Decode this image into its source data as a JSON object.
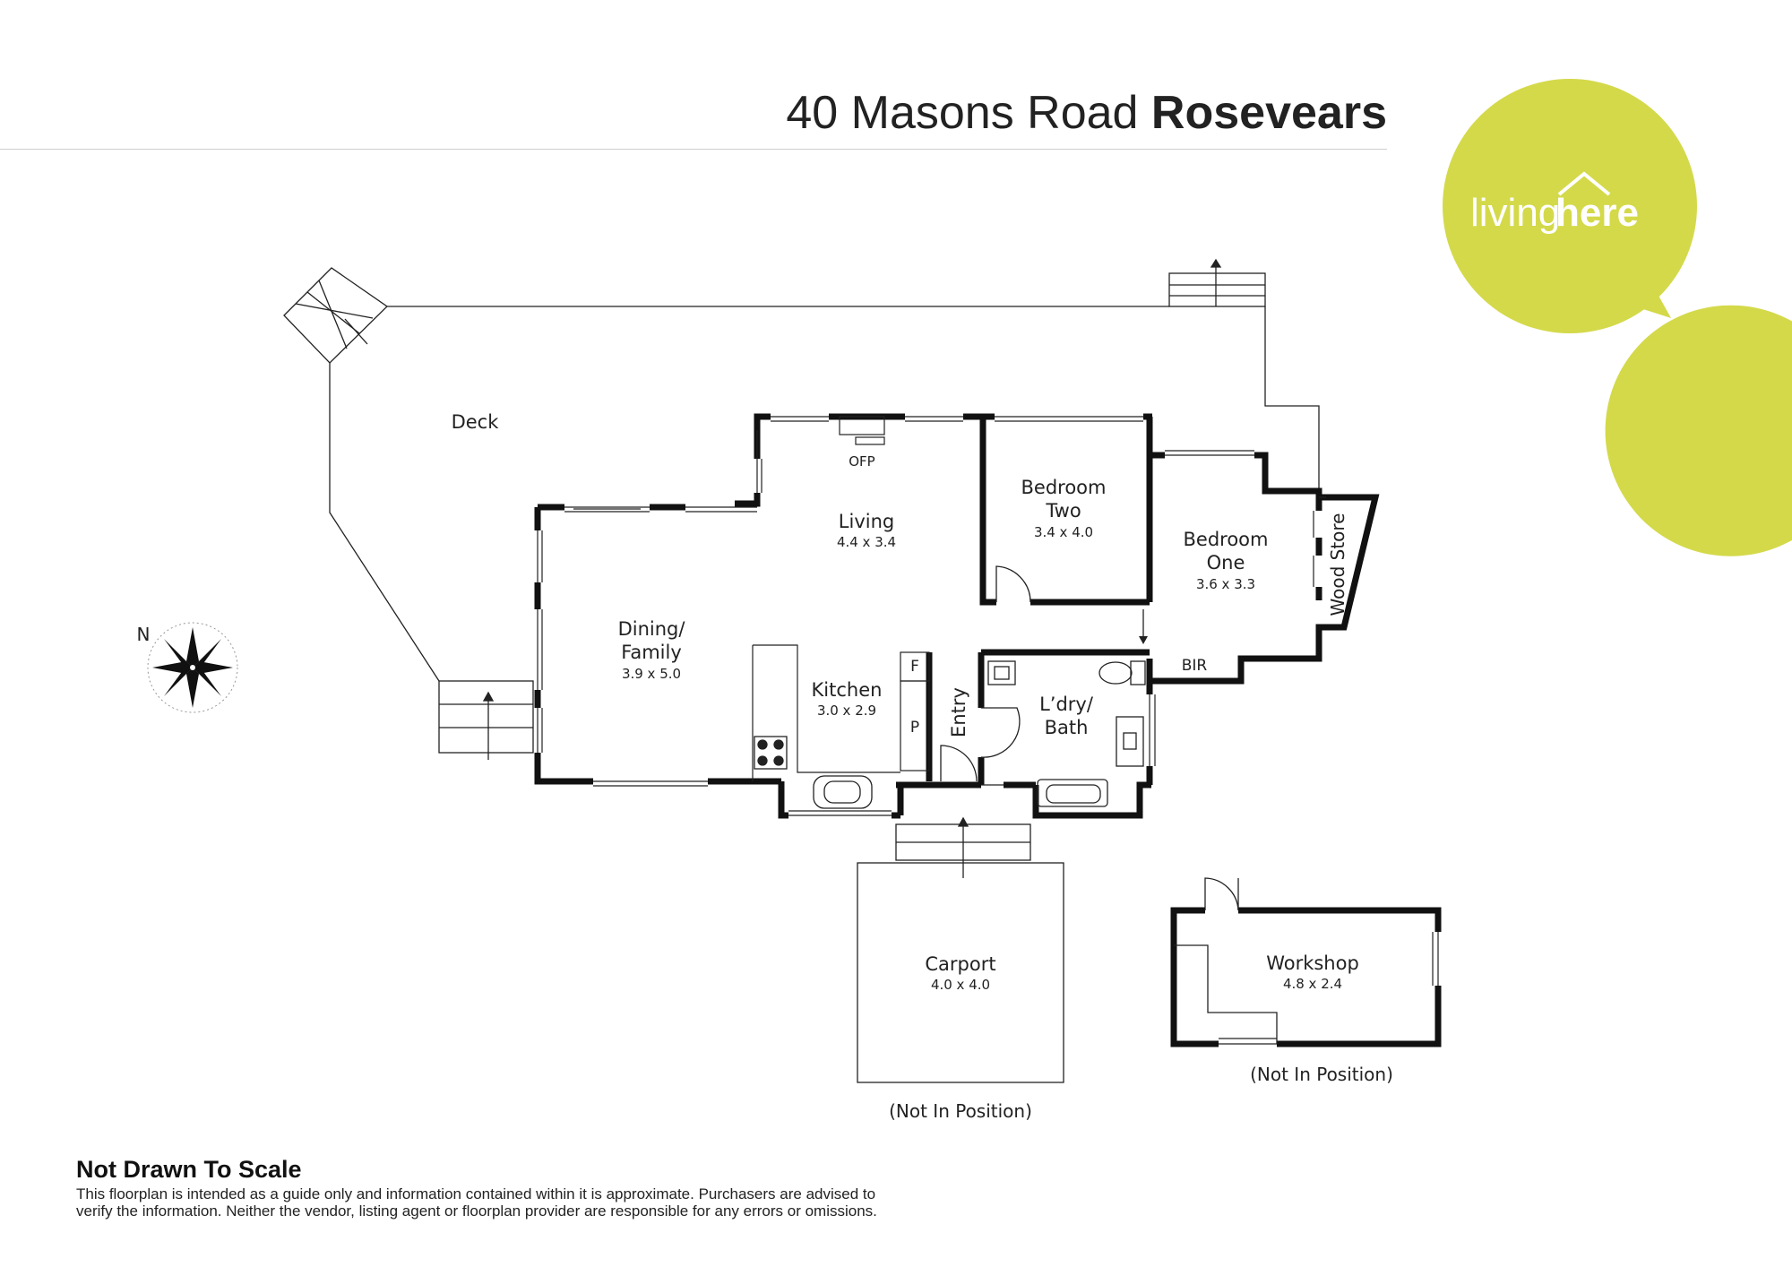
{
  "header": {
    "address_street": "40 Masons Road",
    "address_suburb": "Rosevears"
  },
  "logo": {
    "text_light": "living",
    "text_bold": "here",
    "color": "#d4d94a",
    "text_color": "#ffffff"
  },
  "compass": {
    "label": "N"
  },
  "rooms": {
    "deck": "Deck",
    "ofp": "OFP",
    "living_name": "Living",
    "living_size": "4.4 x 3.4",
    "bed2_name1": "Bedroom",
    "bed2_name2": "Two",
    "bed2_size": "3.4 x 4.0",
    "bed1_name1": "Bedroom",
    "bed1_name2": "One",
    "bed1_size": "3.6 x 3.3",
    "wood_store": "Wood Store",
    "dining_name1": "Dining/",
    "dining_name2": "Family",
    "dining_size": "3.9 x 5.0",
    "kitchen_name": "Kitchen",
    "kitchen_size": "3.0 x 2.9",
    "fridge": "F",
    "pantry": "P",
    "entry": "Entry",
    "ldry_name1": "L’dry/",
    "ldry_name2": "Bath",
    "bir": "BIR",
    "carport_name": "Carport",
    "carport_size": "4.0 x 4.0",
    "carport_note": "(Not In Position)",
    "workshop_name": "Workshop",
    "workshop_size": "4.8 x 2.4",
    "workshop_note": "(Not In Position)"
  },
  "disclaimer": {
    "heading": "Not Drawn To Scale",
    "line1": "This floorplan is intended as a guide only and information contained within it is approximate. Purchasers are advised to",
    "line2": "verify the information. Neither the vendor, listing agent or floorplan provider are responsible for any errors or omissions."
  }
}
